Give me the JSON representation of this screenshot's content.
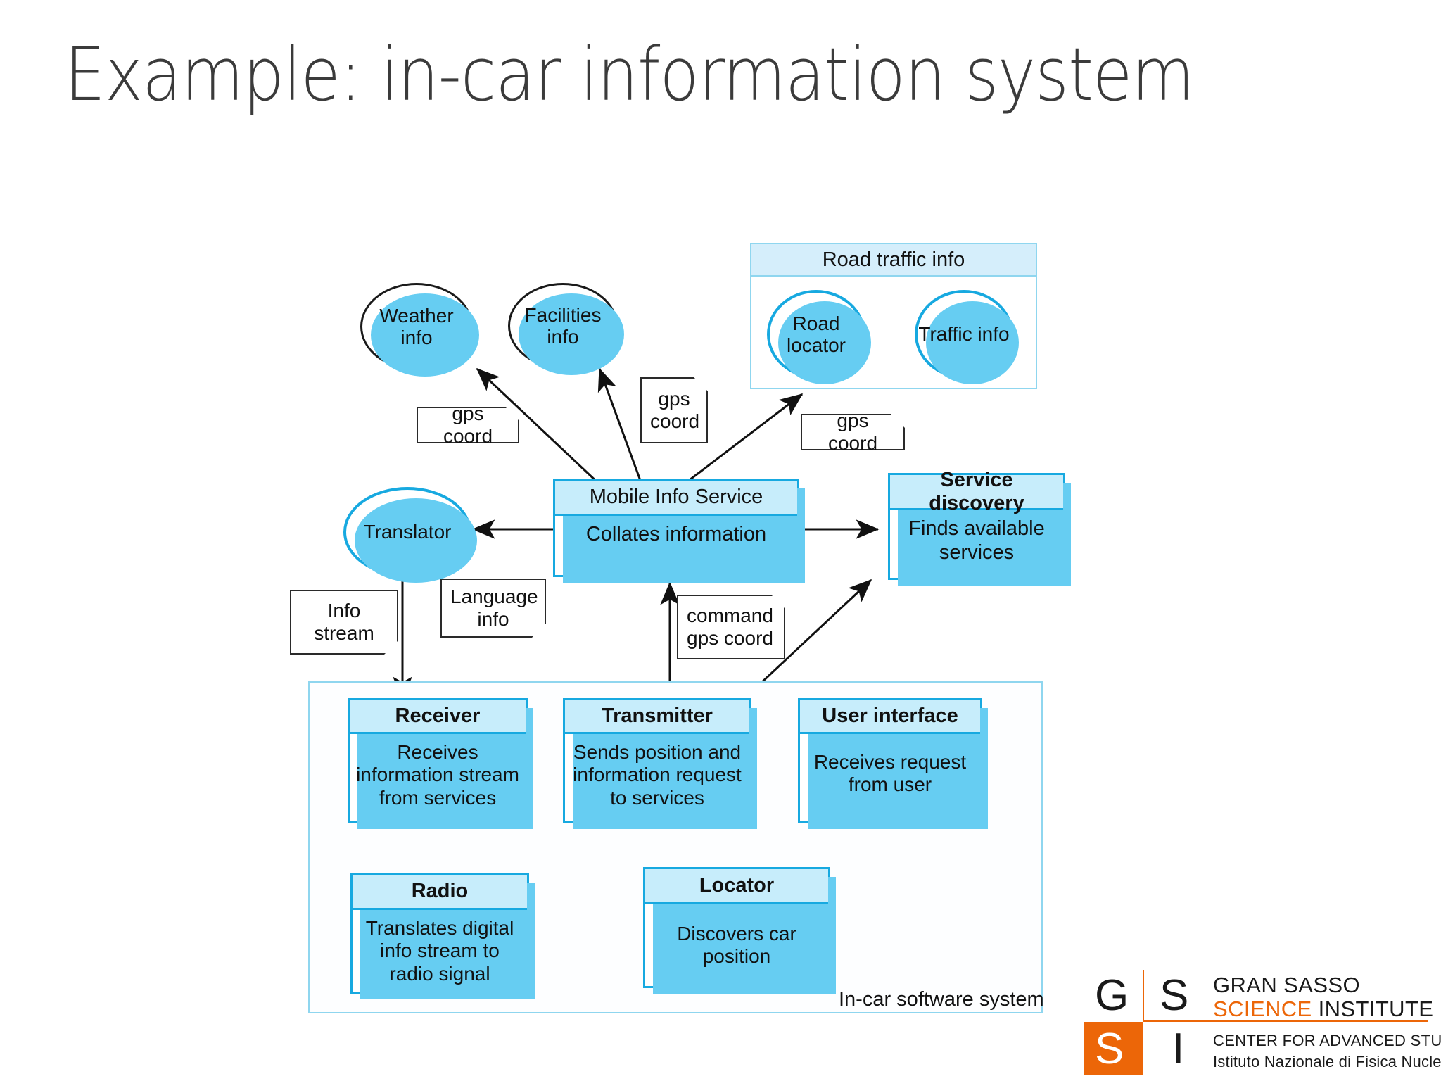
{
  "slide": {
    "title": "Example: in-car information system"
  },
  "diagram": {
    "external_services": {
      "weather_info": "Weather\ninfo",
      "weather_info_line1": "Weather",
      "weather_info_line2": "info",
      "facilities_info_line1": "Facilities",
      "facilities_info_line2": "info"
    },
    "road_traffic_group": {
      "header": "Road traffic info",
      "road_locator_line1": "Road",
      "road_locator_line2": "locator",
      "traffic_info_line1": "Traffic",
      "traffic_info_line2": "info"
    },
    "mobile_info_service": {
      "header": "Mobile Info Service",
      "body": "Collates information"
    },
    "service_discovery": {
      "header": "Service discovery",
      "body_line1": "Finds available",
      "body_line2": "services"
    },
    "translator": {
      "label": "Translator"
    },
    "incar_group": {
      "caption": "In-car software system",
      "receiver": {
        "header": "Receiver",
        "body_line1": "Receives",
        "body_line2": "information stream",
        "body_line3": "from services"
      },
      "transmitter": {
        "header": "Transmitter",
        "body_line1": "Sends position and",
        "body_line2": "information request",
        "body_line3": "to services"
      },
      "user_interface": {
        "header": "User interface",
        "body_line1": "Receives request",
        "body_line2": "from user"
      },
      "radio": {
        "header": "Radio",
        "body_line1": "Translates digital",
        "body_line2": "info stream to",
        "body_line3": "radio signal"
      },
      "locator": {
        "header": "Locator",
        "body_line1": "Discovers car",
        "body_line2": "position"
      }
    },
    "notes": {
      "gps_coord_weather": "gps coord",
      "gps_coord_facilities_line1": "gps",
      "gps_coord_facilities_line2": "coord",
      "gps_coord_road": "gps coord",
      "info_stream_line1": "Info",
      "info_stream_line2": "stream",
      "language_info_line1": "Language",
      "language_info_line2": "info",
      "command_gps_line1": "command",
      "command_gps_line2": "gps coord"
    }
  },
  "logo": {
    "g": "G",
    "s_top": "S",
    "s_bottom": "S",
    "i": "I",
    "line1": "GRAN SASSO",
    "line2_orange": "SCIENCE",
    "line2_black": " INSTITUTE",
    "line3": "CENTER FOR ADVANCED STUDIES",
    "line4": "Istituto Nazionale di Fisica Nucleare"
  },
  "colors": {
    "accent_blue": "#17a9e0",
    "header_fill": "#c7edfb",
    "shadow_blue": "#66cdf2",
    "frame_border": "#8fd6ef",
    "frame_header_fill": "#d5eefb",
    "orange": "#ec6608",
    "text_dark": "#111111",
    "title_gray": "#3b3b3b"
  }
}
